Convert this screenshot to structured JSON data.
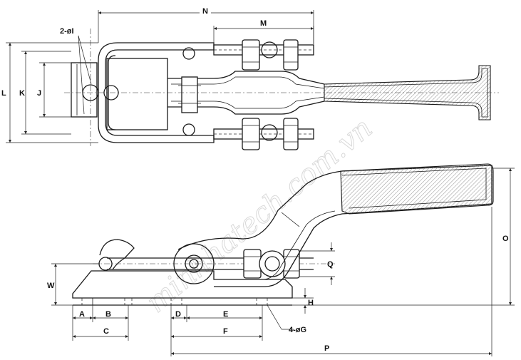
{
  "watermark": "minhhatech.com.vn",
  "top_view": {
    "labels": {
      "N": "N",
      "M": "M",
      "hole_note": "2-øI",
      "L": "L",
      "K": "K",
      "J": "J"
    }
  },
  "side_view": {
    "labels": {
      "O": "O",
      "Q": "Q",
      "W": "W",
      "H": "H",
      "A": "A",
      "B": "B",
      "C": "C",
      "D": "D",
      "E": "E",
      "F": "F",
      "P": "P",
      "hole_note": "4-øG"
    }
  }
}
